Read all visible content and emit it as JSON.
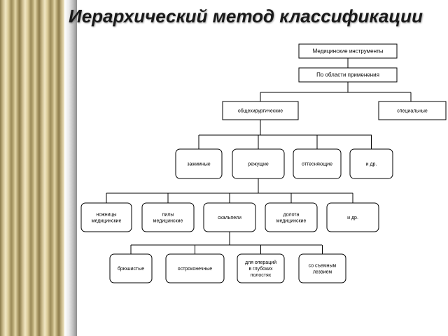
{
  "title": "Иерархический метод классификации",
  "diagram": {
    "root": "Медицинские инструменты",
    "level1": "По области применения",
    "level2": [
      "общехирургические",
      "специальные"
    ],
    "level3": [
      "зажимные",
      "режущие",
      "оттесняющие",
      "и др."
    ],
    "level4": [
      [
        "ножницы",
        "медицинские"
      ],
      [
        "пилы",
        "медицинские"
      ],
      [
        "скальпели"
      ],
      [
        "долота",
        "медицинские"
      ],
      [
        "и др."
      ]
    ],
    "level5": [
      [
        "брюшистые"
      ],
      [
        "остроконечные"
      ],
      [
        "для операций",
        "в глубоких",
        "полостях"
      ],
      [
        "со съемным",
        "лезвием"
      ]
    ]
  }
}
